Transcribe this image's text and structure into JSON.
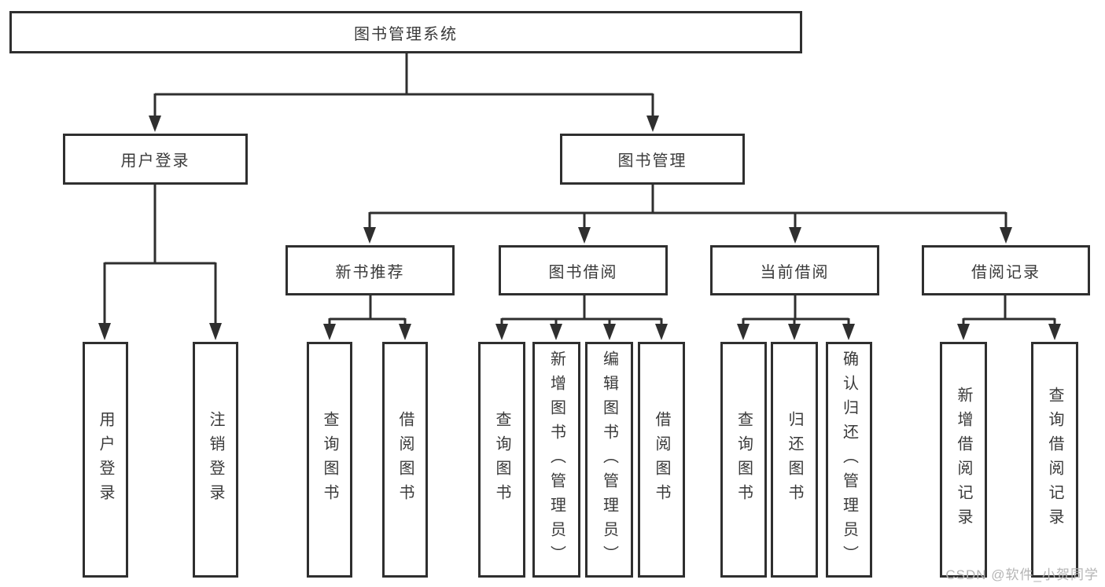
{
  "diagram": {
    "root": "图书管理系统",
    "branches": [
      {
        "label": "用户登录",
        "children": [
          "用户登录",
          "注销登录"
        ]
      },
      {
        "label": "图书管理",
        "groups": [
          {
            "label": "新书推荐",
            "children": [
              "查询图书",
              "借阅图书"
            ]
          },
          {
            "label": "图书借阅",
            "children": [
              "查询图书",
              "新增图书（管理员）",
              "编辑图书（管理员）",
              "借阅图书"
            ]
          },
          {
            "label": "当前借阅",
            "children": [
              "查询图书",
              "归还图书",
              "确认归还（管理员）"
            ]
          },
          {
            "label": "借阅记录",
            "children": [
              "新增借阅记录",
              "查询借阅记录"
            ]
          }
        ]
      }
    ]
  },
  "line_color": "#2f2f2f",
  "watermark": "CSDN @软件_小贺同学"
}
